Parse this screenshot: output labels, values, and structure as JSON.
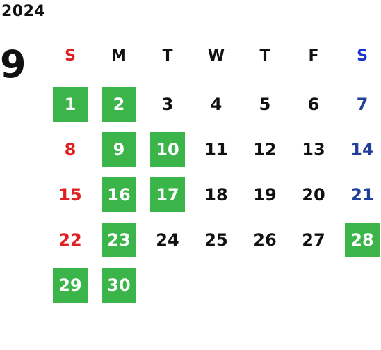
{
  "calendar": {
    "year": "2024",
    "month": "9",
    "weekdays": [
      "S",
      "M",
      "T",
      "W",
      "T",
      "F",
      "S"
    ],
    "colors": {
      "sunday": "#e02020",
      "saturday_header": "#1a33cc",
      "saturday": "#1f3f99",
      "weekday": "#111111",
      "highlight_bg": "#3bb54a",
      "highlight_text": "#ffffff"
    },
    "days": [
      {
        "label": "1",
        "highlighted": true
      },
      {
        "label": "2",
        "highlighted": true
      },
      {
        "label": "3",
        "highlighted": false
      },
      {
        "label": "4",
        "highlighted": false
      },
      {
        "label": "5",
        "highlighted": false
      },
      {
        "label": "6",
        "highlighted": false
      },
      {
        "label": "7",
        "highlighted": false
      },
      {
        "label": "8",
        "highlighted": false
      },
      {
        "label": "9",
        "highlighted": true
      },
      {
        "label": "10",
        "highlighted": true
      },
      {
        "label": "11",
        "highlighted": false
      },
      {
        "label": "12",
        "highlighted": false
      },
      {
        "label": "13",
        "highlighted": false
      },
      {
        "label": "14",
        "highlighted": false
      },
      {
        "label": "15",
        "highlighted": false
      },
      {
        "label": "16",
        "highlighted": true
      },
      {
        "label": "17",
        "highlighted": true
      },
      {
        "label": "18",
        "highlighted": false
      },
      {
        "label": "19",
        "highlighted": false
      },
      {
        "label": "20",
        "highlighted": false
      },
      {
        "label": "21",
        "highlighted": false
      },
      {
        "label": "22",
        "highlighted": false
      },
      {
        "label": "23",
        "highlighted": true
      },
      {
        "label": "24",
        "highlighted": false
      },
      {
        "label": "25",
        "highlighted": false
      },
      {
        "label": "26",
        "highlighted": false
      },
      {
        "label": "27",
        "highlighted": false
      },
      {
        "label": "28",
        "highlighted": true
      },
      {
        "label": "29",
        "highlighted": true
      },
      {
        "label": "30",
        "highlighted": true
      }
    ]
  }
}
